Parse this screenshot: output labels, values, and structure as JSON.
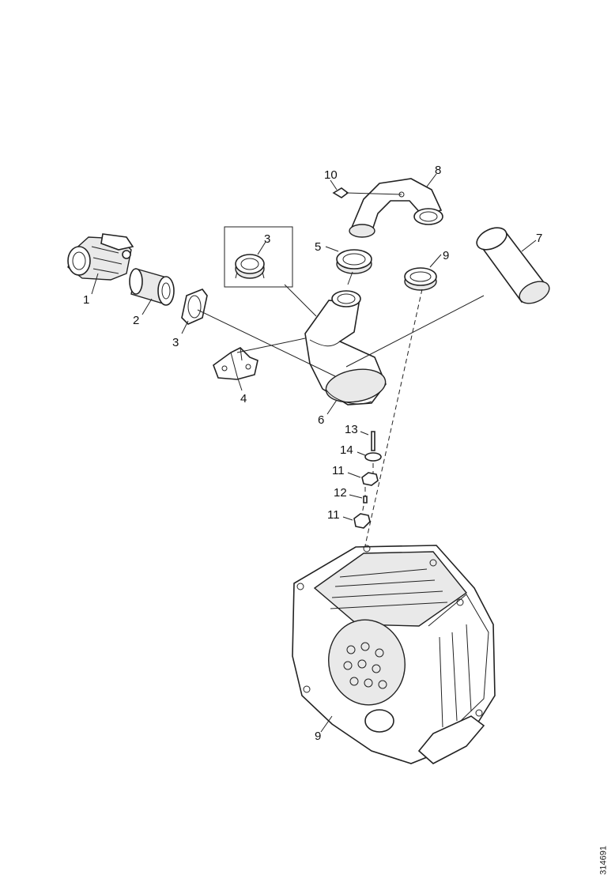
{
  "diagram": {
    "type": "exploded-parts-view",
    "callouts": [
      {
        "id": "c1",
        "label": "1"
      },
      {
        "id": "c2",
        "label": "2"
      },
      {
        "id": "c3a",
        "label": "3"
      },
      {
        "id": "c3b",
        "label": "3"
      },
      {
        "id": "c4",
        "label": "4"
      },
      {
        "id": "c5",
        "label": "5"
      },
      {
        "id": "c6",
        "label": "6"
      },
      {
        "id": "c7",
        "label": "7"
      },
      {
        "id": "c8",
        "label": "8"
      },
      {
        "id": "c9a",
        "label": "9"
      },
      {
        "id": "c9b",
        "label": "9"
      },
      {
        "id": "c10",
        "label": "10"
      },
      {
        "id": "c11a",
        "label": "11"
      },
      {
        "id": "c11b",
        "label": "11"
      },
      {
        "id": "c12",
        "label": "12"
      },
      {
        "id": "c13",
        "label": "13"
      },
      {
        "id": "c14",
        "label": "14"
      }
    ],
    "doc_id": "314691"
  }
}
